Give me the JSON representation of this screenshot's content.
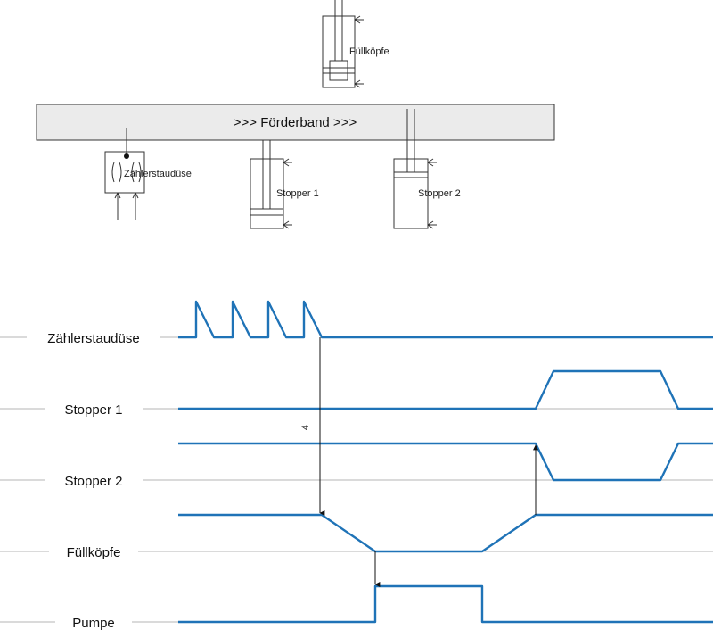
{
  "diagram": {
    "band_label": ">>> Förderband >>>",
    "components": {
      "fuellkoepfe": "Füllköpfe",
      "zaehlerstauduese": "Zählerstaudüse",
      "stopper1": "Stopper 1",
      "stopper2": "Stopper 2"
    }
  },
  "timing": {
    "signals": [
      {
        "id": "zaehlerstauduese",
        "label": "Zählerstaudüse"
      },
      {
        "id": "stopper1",
        "label": "Stopper 1"
      },
      {
        "id": "stopper2",
        "label": "Stopper 2"
      },
      {
        "id": "fuellkoepfe",
        "label": "Füllköpfe"
      },
      {
        "id": "pumpe",
        "label": "Pumpe"
      }
    ],
    "count_annotation": "4"
  },
  "colors": {
    "signal": "#1f73b7",
    "band_fill": "#ebebeb",
    "baseline": "#b5b5b5"
  }
}
